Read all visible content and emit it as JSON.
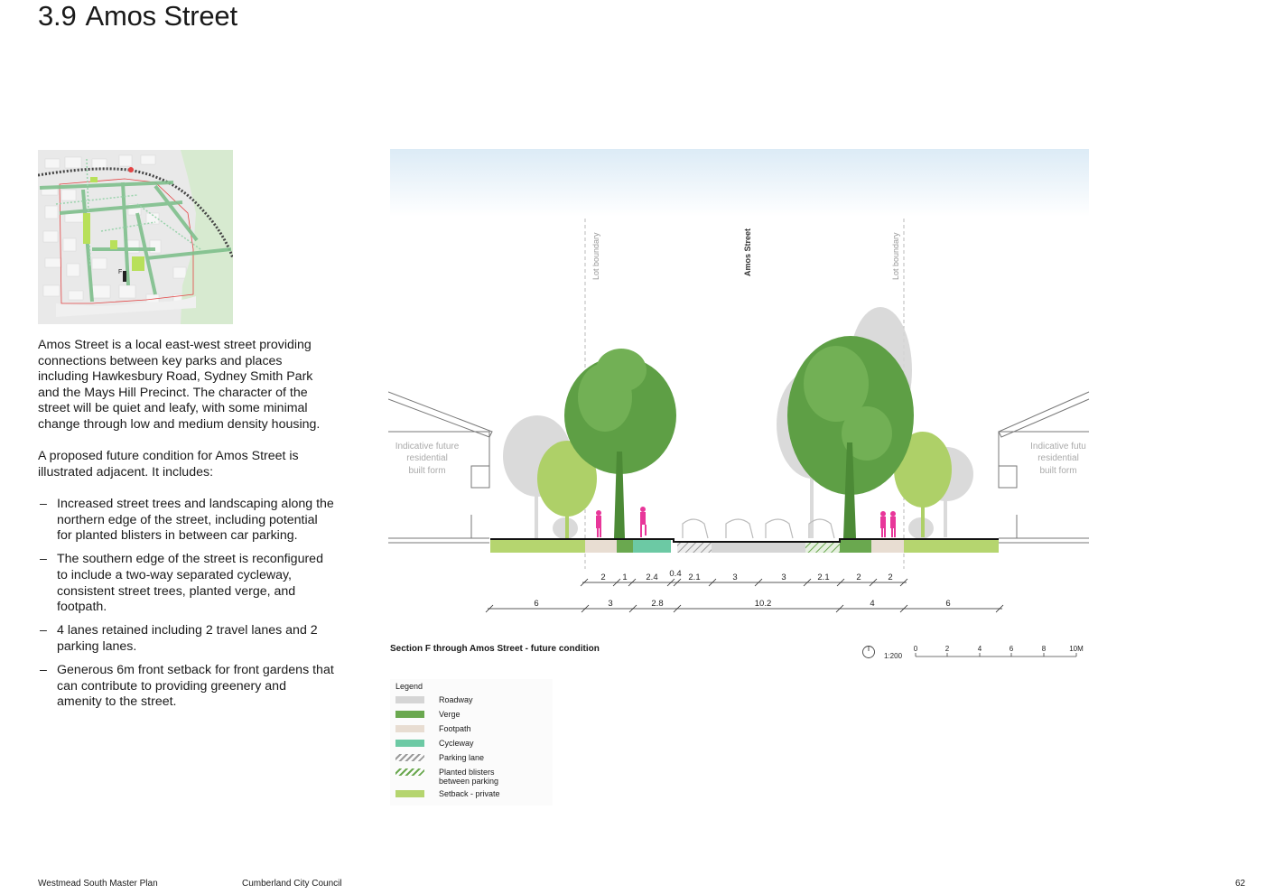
{
  "page": {
    "section_number": "3.9",
    "title": "Amos Street",
    "page_number": "62"
  },
  "intro": {
    "paragraph1": "Amos Street is a local east-west street providing connections between key parks and places including Hawkesbury Road, Sydney Smith Park and the Mays Hill Precinct. The character of the street will be quiet and leafy, with some minimal change through low and medium density housing.",
    "paragraph2": "A proposed future condition for Amos Street is illustrated adjacent. It includes:",
    "bullets": [
      "Increased street trees and landscaping along the northern edge of the street, including potential for planted blisters in between car parking.",
      "The southern edge of the street is reconfigured to include a two-way separated cycleway, consistent street trees, planted verge, and footpath.",
      "4 lanes retained including 2 travel lanes and 2 parking lanes.",
      "Generous 6m front setback for front gardens that can contribute to providing greenery and amenity to the street."
    ]
  },
  "keymap": {
    "section_marker": "F"
  },
  "section": {
    "lot_boundary_left": "Lot boundary",
    "lot_boundary_right": "Lot boundary",
    "street_label": "Amos Street",
    "building_left": [
      "Indicative future",
      "residential",
      "built form"
    ],
    "building_right": [
      "Indicative futu",
      "residential",
      "built form"
    ],
    "dims_row1": [
      "2",
      "1",
      "2.4",
      "0.4",
      "2.1",
      "3",
      "3",
      "2.1",
      "2",
      "2"
    ],
    "dims_row2": [
      "6",
      "3",
      "2.8",
      "10.2",
      "4",
      "6"
    ],
    "caption": "Section F through Amos Street - future condition"
  },
  "scale": {
    "ratio": "1:200",
    "ticks": [
      "0",
      "2",
      "4",
      "6",
      "8",
      "10M"
    ]
  },
  "legend": {
    "heading": "Legend",
    "items": [
      {
        "label": "Roadway",
        "color": "#d5d5d5",
        "pattern": "solid"
      },
      {
        "label": "Verge",
        "color": "#6aa84f",
        "pattern": "solid"
      },
      {
        "label": "Footpath",
        "color": "#e8ddd2",
        "pattern": "solid"
      },
      {
        "label": "Cycleway",
        "color": "#6cc9a4",
        "pattern": "solid"
      },
      {
        "label": "Parking lane",
        "color": "#9a9a9a",
        "pattern": "hatch"
      },
      {
        "label": "Planted blisters between parking",
        "color": "#6aa84f",
        "pattern": "hatch"
      },
      {
        "label": "Setback - private",
        "color": "#b5d56f",
        "pattern": "solid"
      }
    ]
  },
  "footer": {
    "plan_name": "Westmead South Master Plan",
    "council": "Cumberland City Council"
  },
  "colors": {
    "accent_pink": "#e8379a",
    "tree_green": "#5e9f45",
    "light_green": "#a9cf5a",
    "grey_tree": "#d3d3d3"
  }
}
